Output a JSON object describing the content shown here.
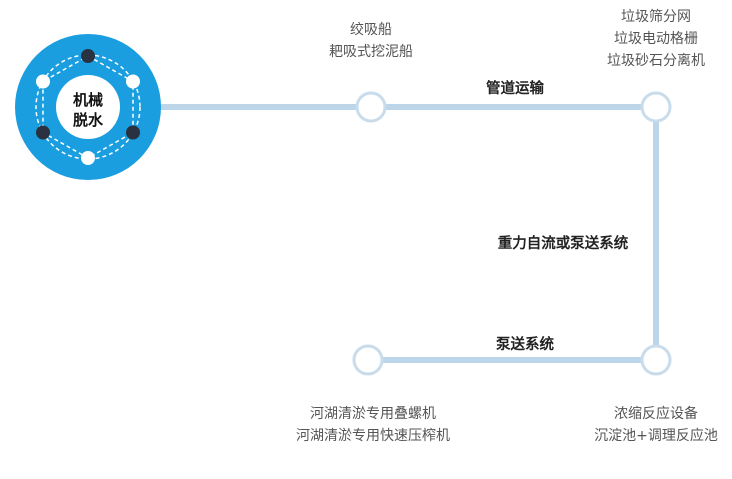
{
  "hub": {
    "line1": "机械",
    "line2": "脱水"
  },
  "nodes": {
    "dredge": {
      "lines": [
        "绞吸船",
        "耙吸式挖泥船"
      ]
    },
    "screen": {
      "lines": [
        "垃圾筛分网",
        "垃圾电动格栅",
        "垃圾砂石分离机"
      ]
    },
    "thicken": {
      "lines": [
        "浓缩反应设备",
        "沉淀池+调理反应池"
      ]
    },
    "press": {
      "lines": [
        "河湖清淤专用叠螺机",
        "河湖清淤专用快速压榨机"
      ]
    }
  },
  "edges": {
    "pipeline": "管道运输",
    "gravity": "重力自流或泵送系统",
    "pump": "泵送系统"
  },
  "colors": {
    "hub_fill": "#1a9ee0",
    "hub_inner": "#ffffff",
    "line": "#bdd5e8",
    "node_stroke": "#c8dceb",
    "dark_dot": "#2a3140"
  }
}
